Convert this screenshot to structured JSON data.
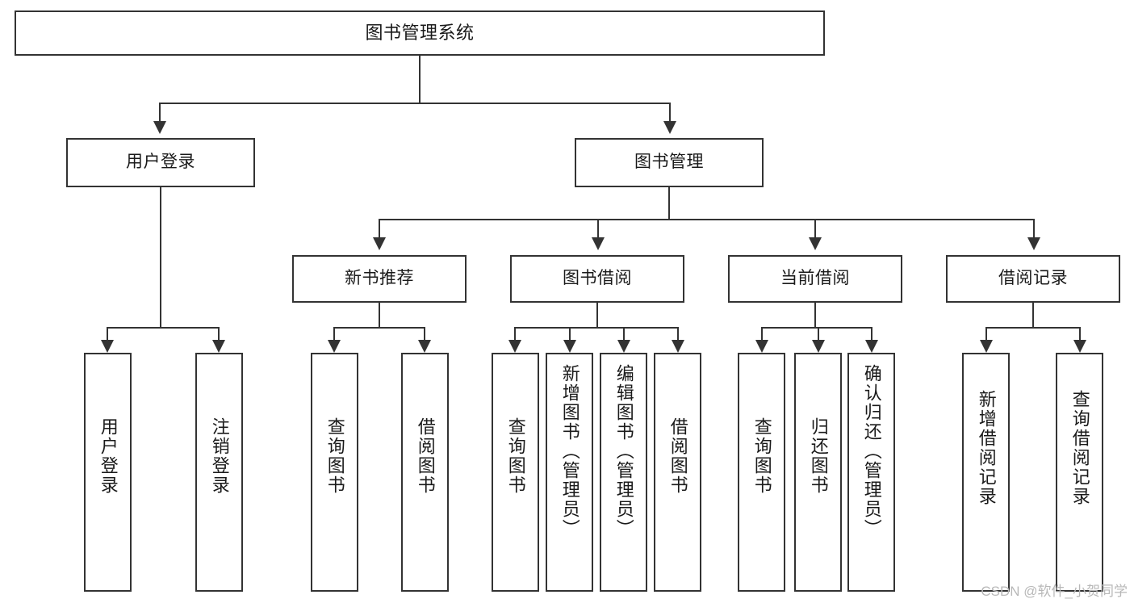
{
  "diagram": {
    "title": "图书管理系统",
    "watermark": "CSDN @软件_小贺同学",
    "line_color": "#333333",
    "background_color": "#ffffff",
    "text_color": "#1a1a1a",
    "watermark_color": "#b8b8b8"
  },
  "nodes": {
    "root": {
      "label": "图书管理系统"
    },
    "level2": [
      {
        "label": "用户登录"
      },
      {
        "label": "图书管理"
      }
    ],
    "level3": [
      {
        "label": "新书推荐"
      },
      {
        "label": "图书借阅"
      },
      {
        "label": "当前借阅"
      },
      {
        "label": "借阅记录"
      }
    ],
    "leaves": {
      "user_login": [
        {
          "label": "用户登录"
        },
        {
          "label": "注销登录"
        }
      ],
      "new_book_recommend": [
        {
          "label": "查询图书"
        },
        {
          "label": "借阅图书"
        }
      ],
      "book_borrow": [
        {
          "label": "查询图书"
        },
        {
          "label": "新增图书（管理员）"
        },
        {
          "label": "编辑图书（管理员）"
        },
        {
          "label": "借阅图书"
        }
      ],
      "current_borrow": [
        {
          "label": "查询图书"
        },
        {
          "label": "归还图书"
        },
        {
          "label": "确认归还（管理员）"
        }
      ],
      "borrow_record": [
        {
          "label": "新增借阅记录"
        },
        {
          "label": "查询借阅记录"
        }
      ]
    }
  }
}
